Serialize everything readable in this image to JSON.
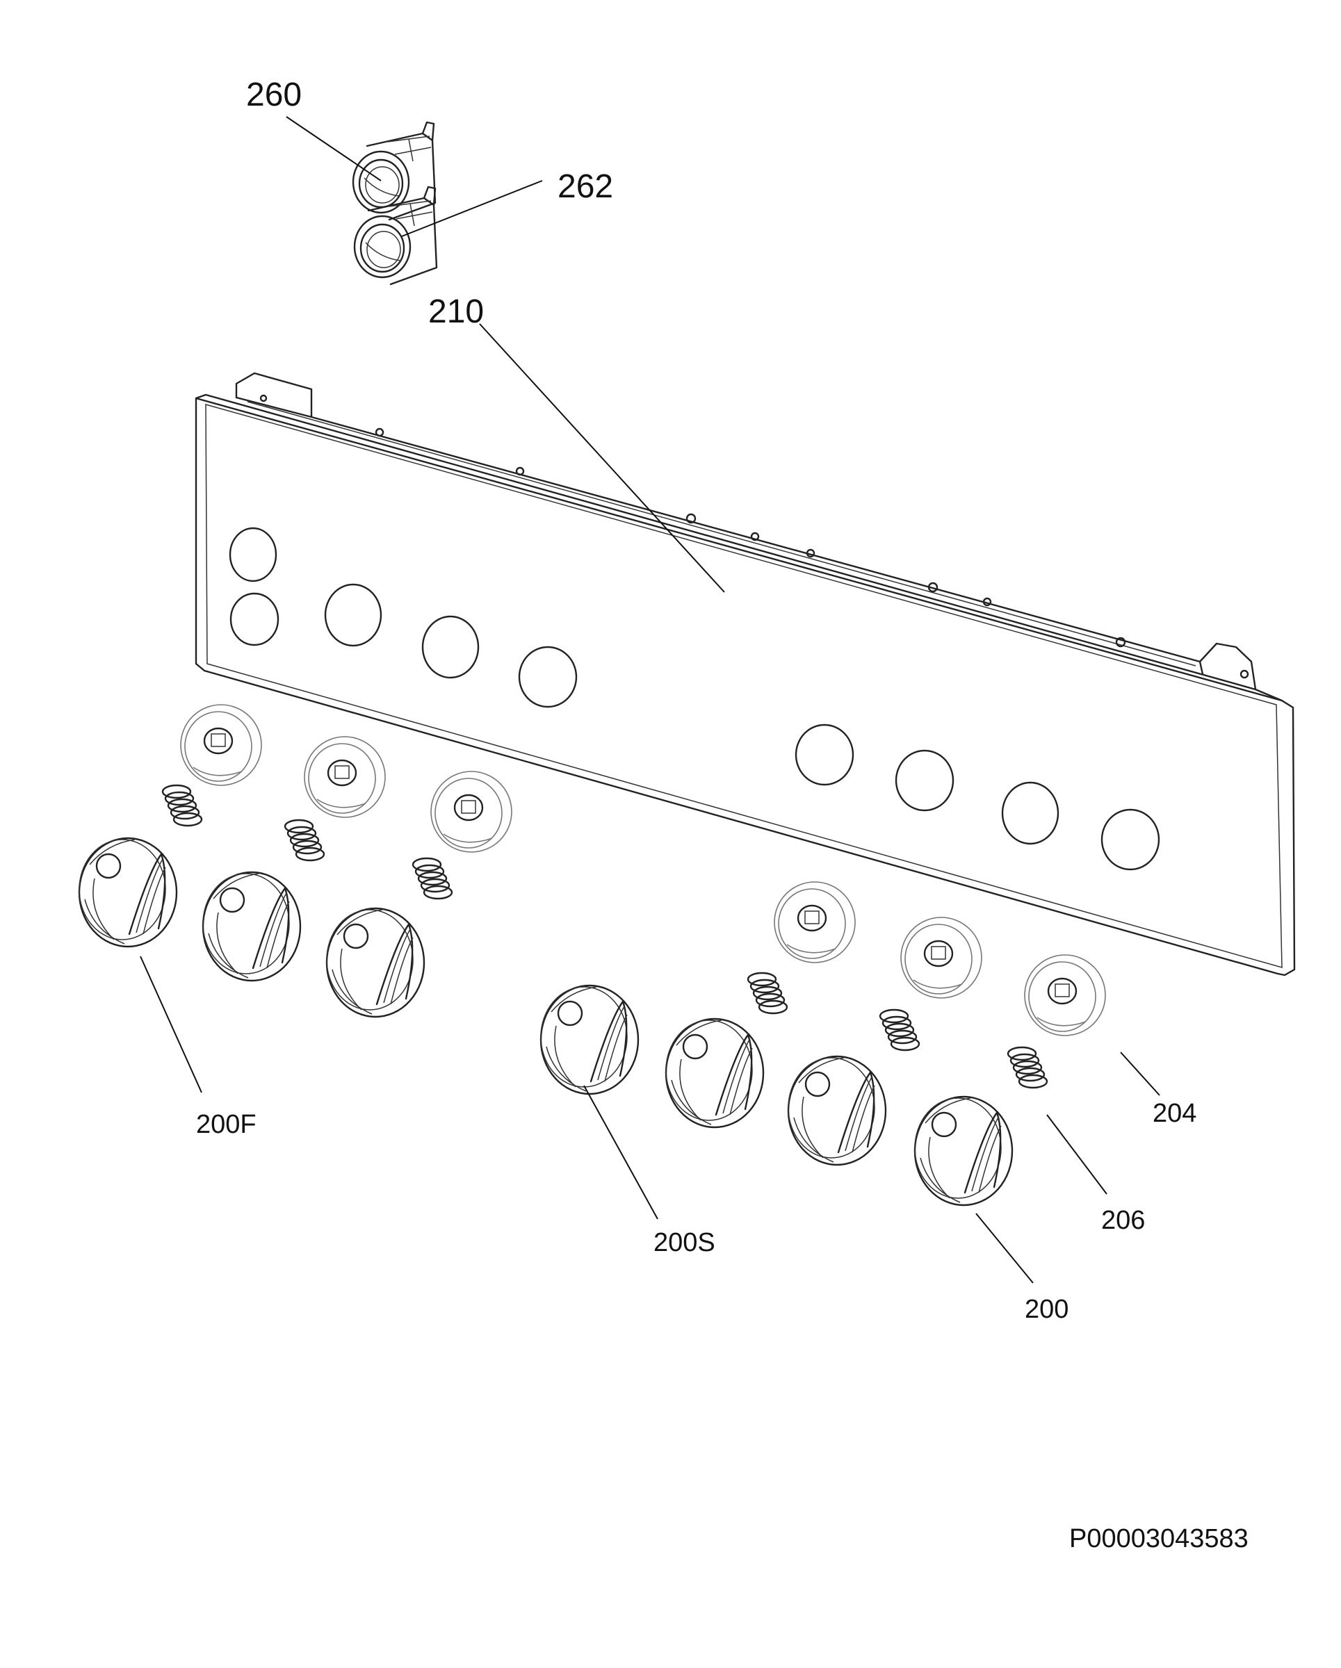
{
  "labels": {
    "p260": "260",
    "p262": "262",
    "p210": "210",
    "p200F": "200F",
    "p200S": "200S",
    "p200": "200",
    "p204": "204",
    "p206": "206"
  },
  "document_code": "P00003043583",
  "colors": {
    "ink": "#222222",
    "background": "#ffffff"
  }
}
